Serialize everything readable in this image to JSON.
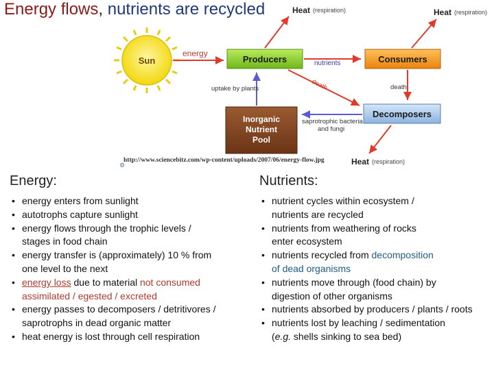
{
  "title": {
    "part1": "Energy flows",
    "sep": ", ",
    "part2": "nutrients are recycled"
  },
  "diagram": {
    "sun": "Sun",
    "producers": "Producers",
    "consumers": "Consumers",
    "decomposers": "Decomposers",
    "pool_line1": "Inorganic",
    "pool_line2": "Nutrient",
    "pool_line3": "Pool",
    "energy": "energy",
    "nutrients": "nutrients",
    "death_diag": "death",
    "death_vert": "death",
    "uptake": "uptake by plants",
    "sapro1": "saprotrophic bacteria",
    "sapro2": "and fungi",
    "heat": "Heat",
    "respiration": "(respiration)",
    "url": "http://www.sciencebitz.com/wp-content/uploads/2007/06/energy-flow.jpg",
    "colors": {
      "producers": "#8fd12e",
      "consumers": "#f59a1c",
      "decomposers": "#a9c9ec",
      "pool": "#7a3f1e",
      "sun": "#f7e21b",
      "arrow_red": "#e23a2a",
      "arrow_blue": "#5b5bd6"
    }
  },
  "energy_section": {
    "heading": "Energy:",
    "items": [
      {
        "text": "energy enters from sunlight"
      },
      {
        "text": "autotrophs capture sunlight"
      },
      {
        "line1": "energy flows through the trophic levels /",
        "line2": "stages in food chain"
      },
      {
        "line1": "energy transfer is (approximately) 10 % from",
        "line2": "one level to the next"
      },
      {
        "a": "energy loss",
        "b": " due to material ",
        "c": "not consumed",
        "line2": "assimilated / egested / excreted"
      },
      {
        "line1": "energy passes to decomposers / detritivores /",
        "line2": "saprotrophs in dead organic matter"
      },
      {
        "text": "heat energy is lost through cell respiration"
      }
    ]
  },
  "nutrients_section": {
    "heading": "Nutrients:",
    "items": [
      {
        "line1": "nutrient cycles within ecosystem /",
        "line2": "nutrients are recycled"
      },
      {
        "line1": "nutrients from weathering of rocks",
        "line2": "enter ecosystem"
      },
      {
        "a": "nutrients recycled from ",
        "b": "decomposition",
        "line2": "of dead organisms"
      },
      {
        "line1": "nutrients move through (food chain) by",
        "line2": "digestion of other organisms"
      },
      {
        "text": "nutrients absorbed by producers / plants / roots"
      },
      {
        "line1": "nutrients lost by leaching / sedimentation",
        "l2a": "(",
        "l2b": "e.g.",
        "l2c": " shells sinking to sea bed)"
      }
    ]
  }
}
